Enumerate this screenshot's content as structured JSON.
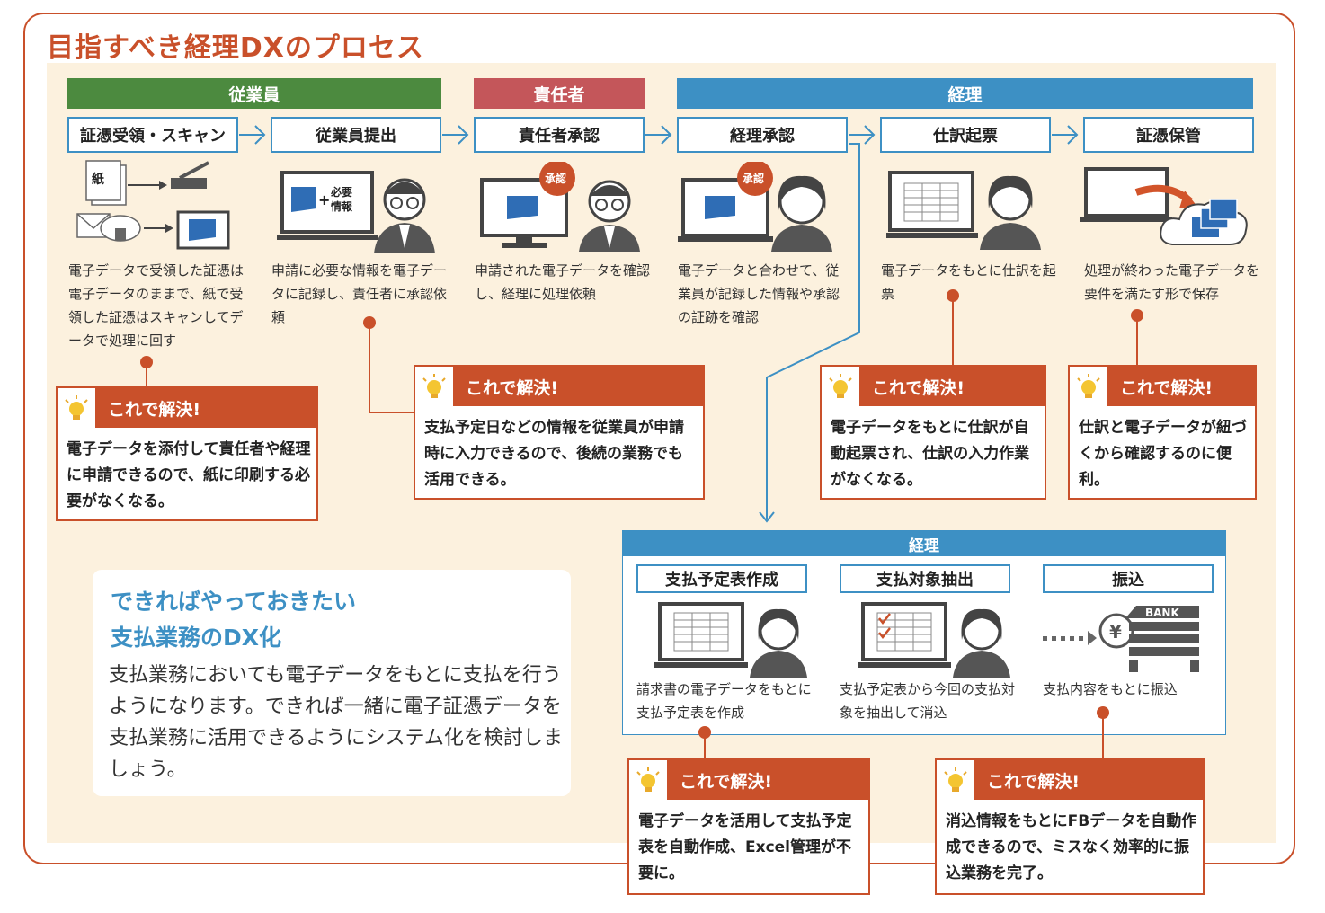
{
  "title": "目指すべき経理DXのプロセス",
  "roles": {
    "employee": "従業員",
    "manager": "責任者",
    "accounting": "経理"
  },
  "steps": [
    {
      "label": "証憑受領・スキャン",
      "desc": "電子データで受領した証憑は電子データのままで、紙で受領した証憑はスキャンしてデータで処理に回す"
    },
    {
      "label": "従業員提出",
      "desc": "申請に必要な情報を電子データに記録し、責任者に承認依頼"
    },
    {
      "label": "責任者承認",
      "desc": "申請された電子データを確認し、経理に処理依頼"
    },
    {
      "label": "経理承認",
      "desc": "電子データと合わせて、従業員が記録した情報や承認の証跡を確認"
    },
    {
      "label": "仕訳起票",
      "desc": "電子データをもとに仕訳を起票"
    },
    {
      "label": "証憑保管",
      "desc": "処理が終わった電子データを要件を満たす形で保存"
    }
  ],
  "icon_labels": {
    "paper": "紙",
    "required_info": "必要情報",
    "plus": "+",
    "approval_stamp": "承認",
    "bank": "BANK",
    "yen": "¥"
  },
  "solution_heading": "これで解決!",
  "solutions": [
    {
      "text": "電子データを添付して責任者や経理に申請できるので、紙に印刷する必要がなくなる。"
    },
    {
      "text": "支払予定日などの情報を従業員が申請時に入力できるので、後続の業務でも活用できる。"
    },
    {
      "text": "電子データをもとに仕訳が自動起票され、仕訳の入力作業がなくなる。"
    },
    {
      "text": "仕訳と電子データが紐づくから確認するのに便利。"
    },
    {
      "text": "電子データを活用して支払予定表を自動作成、Excel管理が不要に。"
    },
    {
      "text": "消込情報をもとにFBデータを自動作成できるので、ミスなく効率的に振込業務を完了。"
    }
  ],
  "payment": {
    "role": "経理",
    "steps": [
      {
        "label": "支払予定表作成",
        "desc": "請求書の電子データをもとに支払予定表を作成"
      },
      {
        "label": "支払対象抽出",
        "desc": "支払予定表から今回の支払対象を抽出して消込"
      },
      {
        "label": "振込",
        "desc": "支払内容をもとに振込"
      }
    ]
  },
  "tips": {
    "title_line1": "できればやっておきたい",
    "title_line2": "支払業務のDX化",
    "body": "支払業務においても電子データをもとに支払を行うようになります。できれば一緒に電子証憑データを支払業務に活用できるようにシステム化を検討しましょう。"
  },
  "colors": {
    "accent_red": "#c9502a",
    "employee_green": "#4c8a3f",
    "manager_red": "#c4565a",
    "accounting_blue": "#3d90c4",
    "panel_cream": "#fcf1de"
  }
}
